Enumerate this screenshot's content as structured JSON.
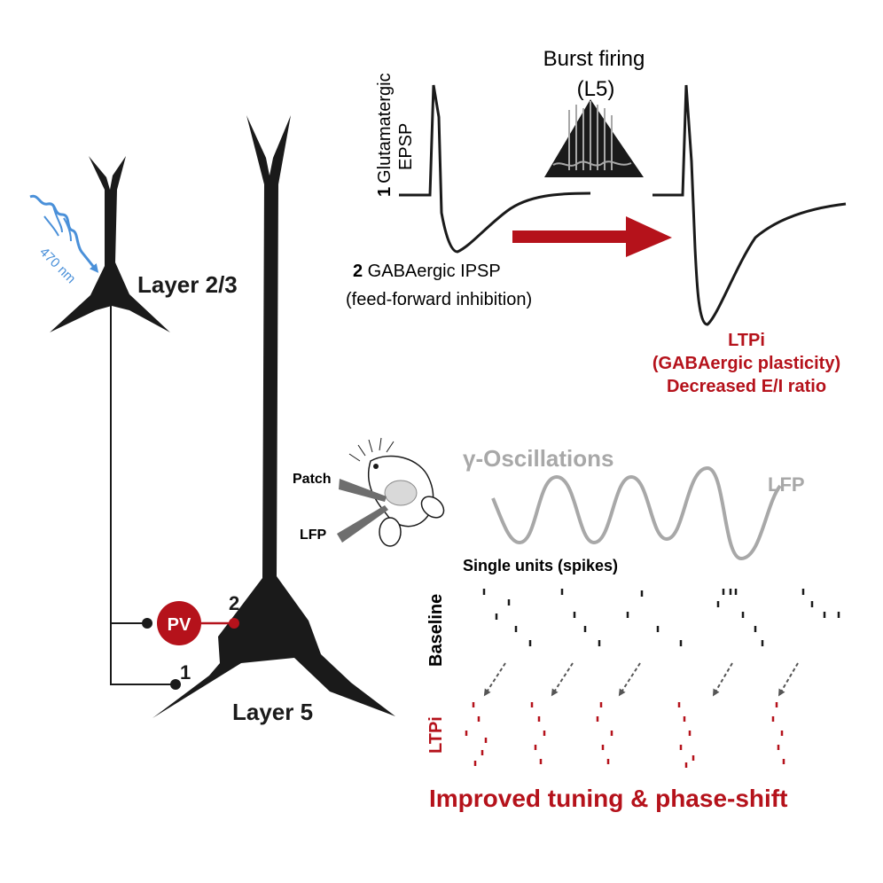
{
  "colors": {
    "neuron": "#1a1a1a",
    "accent_red": "#b5121b",
    "light_blue": "#4a90d9",
    "grey": "#a8a8a8",
    "dark_grey": "#6e6e6e"
  },
  "light_label": "470 nm",
  "layer_23_label": "Layer 2/3",
  "layer5_label": "Layer 5",
  "pv_label": "PV",
  "synapse_1_label": "1",
  "synapse_2_label": "2",
  "epsp": {
    "num": "1",
    "line1": "Glutamatergic",
    "line2": "EPSP"
  },
  "burst": {
    "line1": "Burst firing",
    "line2": "(L5)"
  },
  "ipsp": {
    "num": "2",
    "line1": " GABAergic IPSP",
    "line2": "(feed-forward inhibition)"
  },
  "ltpi_box": {
    "line1": "LTPi",
    "line2": "(GABAergic plasticity)",
    "line3": "Decreased E/I ratio"
  },
  "recording": {
    "patch_label": "Patch",
    "lfp_label": "LFP"
  },
  "gamma_title": "γ-Oscillations",
  "lfp_trace_label": "LFP",
  "single_units_label": "Single units (spikes)",
  "baseline_label": "Baseline",
  "ltpi_raster_label": "LTPi",
  "footer": "Improved tuning & phase-shift",
  "icons": [
    "light-wave-icon",
    "mouse-head-icon",
    "arrow-right-icon",
    "phase-shift-arrow-icon"
  ]
}
